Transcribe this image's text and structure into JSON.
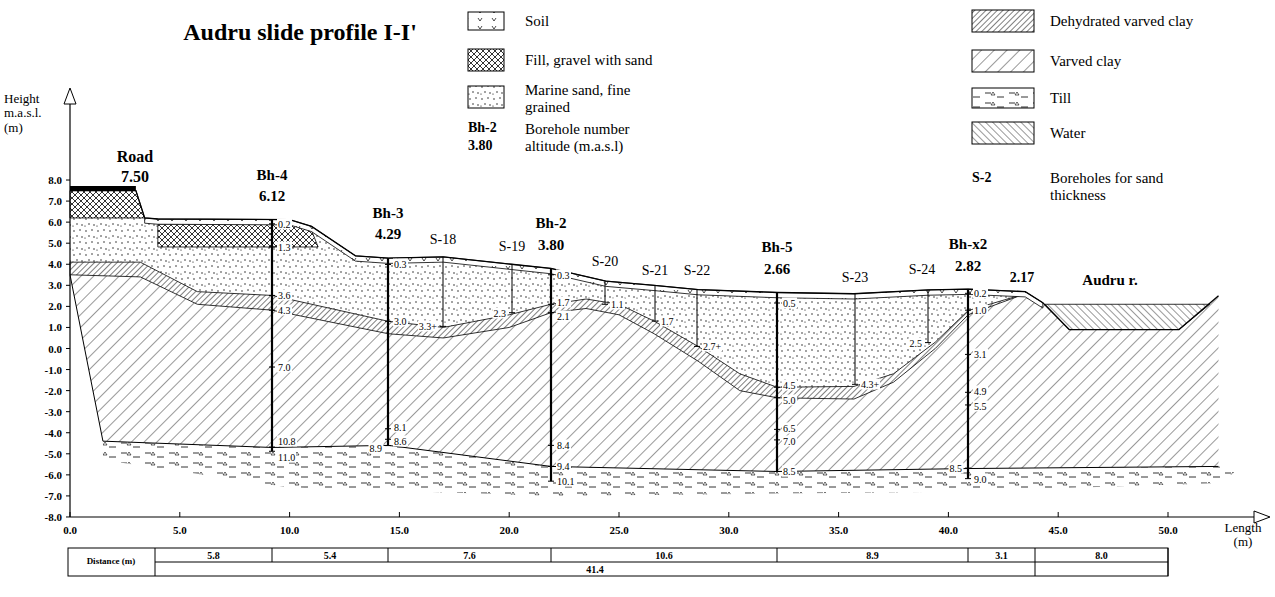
{
  "diagram": {
    "title": "Audru slide profile I-I'",
    "labels": [
      "Height m.a.s.l. (m)",
      "8.0",
      "7.0",
      "6.0",
      "5.0",
      "4.0",
      "3.0",
      "2.0",
      "1.0",
      "0.0",
      "-1.0",
      "-2.0",
      "-3.0",
      "-4.0",
      "-5.0",
      "-6.0",
      "-7.0",
      "-8.0",
      "0.0",
      "5.0",
      "10.0",
      "15.0",
      "20.0",
      "25.0",
      "30.0",
      "35.0",
      "40.0",
      "45.0",
      "50.0",
      "Length (m)",
      "Road",
      "7.50",
      "Bh-4",
      "6.12",
      "Bh-3",
      "4.29",
      "S-18",
      "S-19",
      "Bh-2",
      "3.80",
      "S-20",
      "S-21",
      "S-22",
      "Bh-5",
      "2.66",
      "S-23",
      "S-24",
      "Bh-x2",
      "2.82",
      "2.17",
      "Audru r.",
      "0.2",
      "1.3",
      "3.6",
      "4.3",
      "7.0",
      "10.8",
      "11.0",
      "0.3",
      "3.0",
      "8.1",
      "8.6",
      "8.9",
      "3.3+",
      "2.3",
      "0.3",
      "1.7",
      "2.1",
      "8.4",
      "9.4",
      "10.1",
      "1.1",
      "1.7",
      "2.7+",
      "0.5",
      "4.5",
      "5.0",
      "6.5",
      "7.0",
      "8.5",
      "4.3+",
      "2.5",
      "0.2",
      "1.0",
      "3.1",
      "4.9",
      "5.5",
      "8.5",
      "9.0",
      "Distance (m)",
      "5.8",
      "5.4",
      "7.6",
      "10.6",
      "8.9",
      "3.1",
      "8.0",
      "41.4",
      "Bh-2",
      "3.80",
      "S-2"
    ],
    "legend": [
      {
        "text": "Soil"
      },
      {
        "text": "Fill, gravel with sand"
      },
      {
        "text": "Marine sand, fine grained"
      },
      {
        "text": "Borehole number altitude (m.a.s.l)"
      },
      {
        "text": "Dehydrated varved clay"
      },
      {
        "text": "Varved clay"
      },
      {
        "text": "Till"
      },
      {
        "text": "Water"
      },
      {
        "text": "Boreholes for sand thickness"
      }
    ]
  }
}
